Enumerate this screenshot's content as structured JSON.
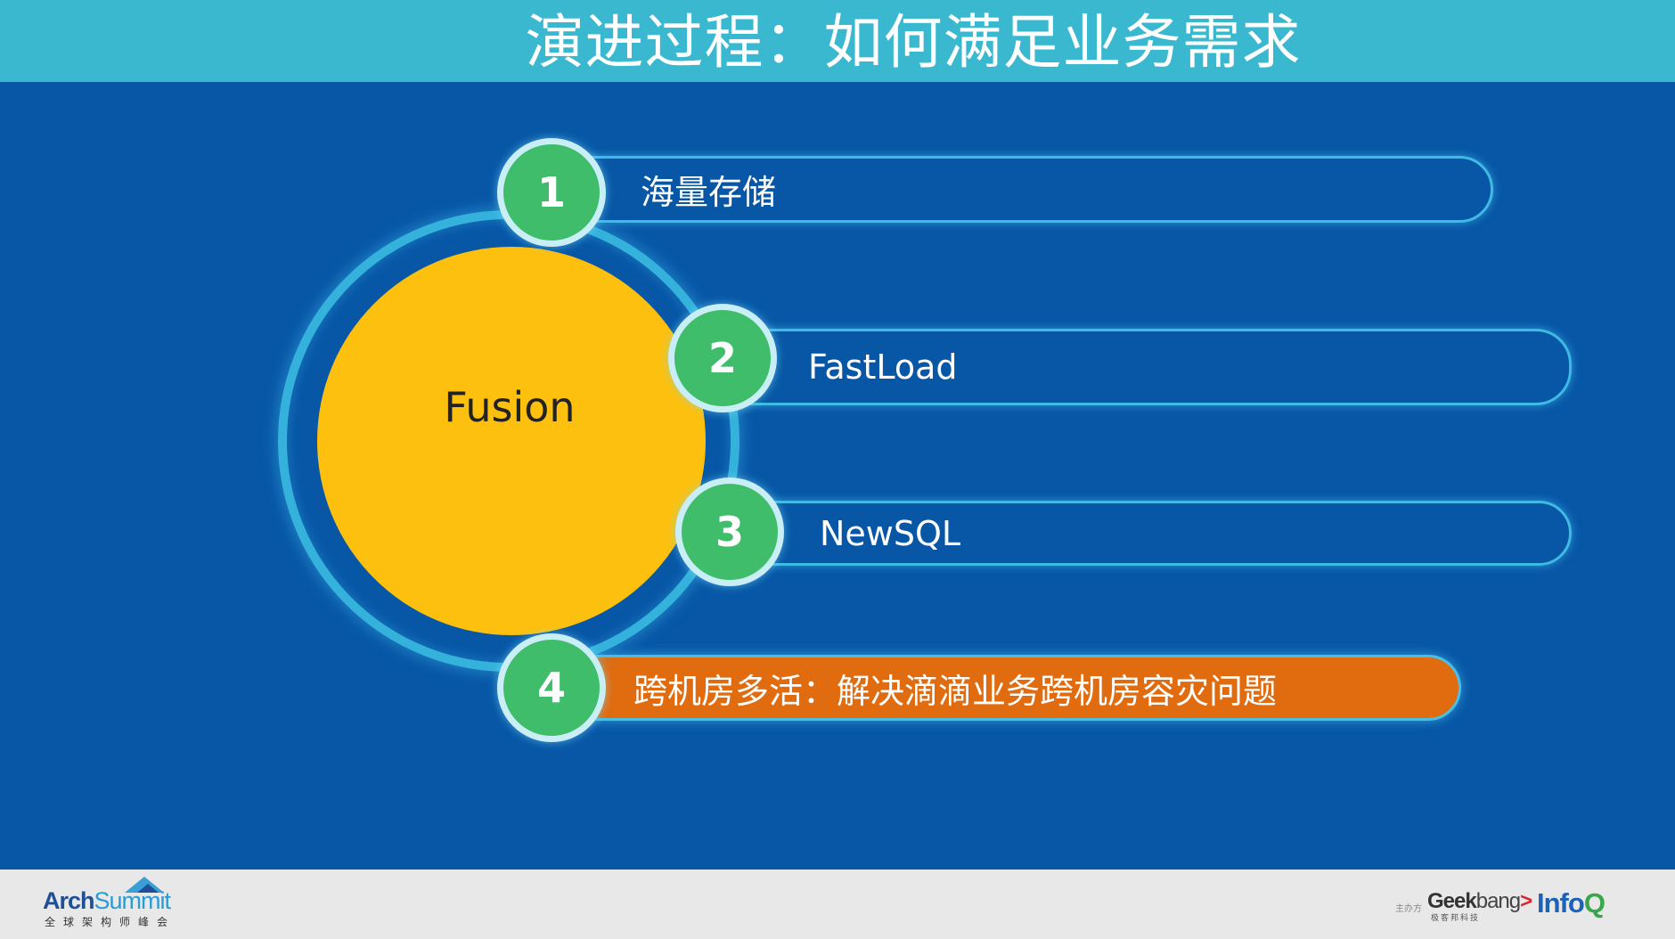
{
  "header": {
    "title": "演进过程：如何满足业务需求"
  },
  "diagram": {
    "center_label": "Fusion",
    "items": [
      {
        "number": "1",
        "label": "海量存储"
      },
      {
        "number": "2",
        "label": "FastLoad"
      },
      {
        "number": "3",
        "label": "NewSQL"
      },
      {
        "number": "4",
        "label": "跨机房多活：解决滴滴业务跨机房容灾问题"
      }
    ],
    "colors": {
      "background": "#0757a6",
      "header": "#39b8d0",
      "core": "#fdc00e",
      "number_badge": "#3fbd6a",
      "highlight_bar": "#e16b0f",
      "ring": "#35b2dc"
    }
  },
  "footer": {
    "arch_logo": {
      "arch": "Arch",
      "summit": "Summit",
      "subtitle": "全球架构师峰会"
    },
    "sponsor_label": "主办方",
    "geekbang": {
      "geek": "Geek",
      "bang": "bang",
      "arrow": ">",
      "subtitle": "极客邦科技"
    },
    "infoq": {
      "info": "Info",
      "q": "Q"
    }
  }
}
